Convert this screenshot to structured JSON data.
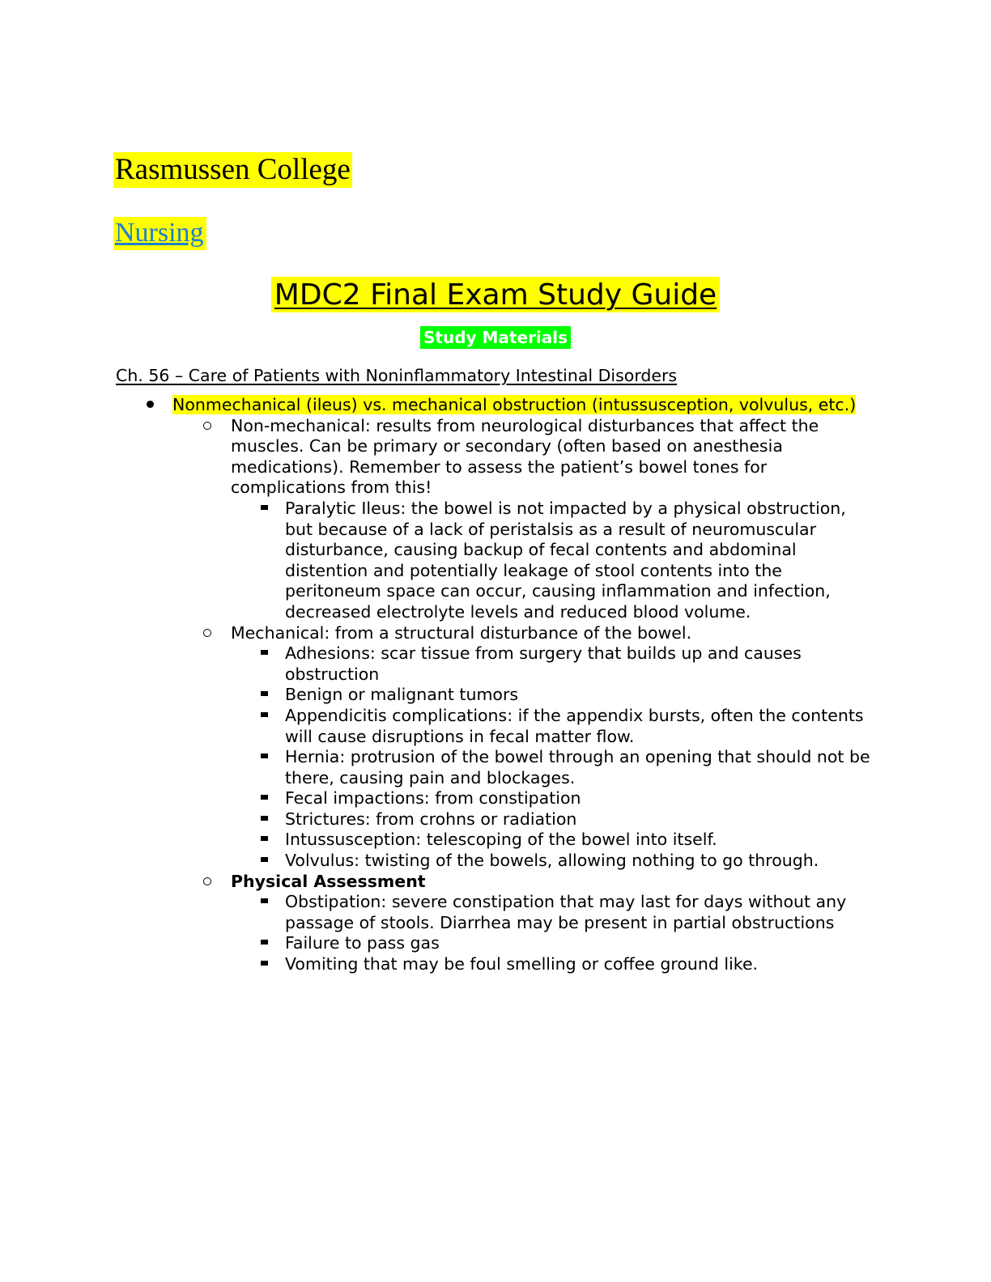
{
  "document": {
    "org_title": "Rasmussen College",
    "program_link": "Nursing",
    "doc_title": "MDC2 Final Exam Study Guide",
    "subtitle": "Study Materials",
    "chapter_heading": "Ch. 56 – Care of Patients with Noninflammatory Intestinal Disorders"
  },
  "colors": {
    "highlight_yellow": "#ffff00",
    "highlight_green": "#00ff00",
    "link_blue": "#1f7fd0",
    "text_black": "#000000",
    "subtitle_text_white": "#ffffff",
    "page_background": "#ffffff"
  },
  "outline": {
    "b1": "Nonmechanical (ileus) vs. mechanical obstruction (intussusception, volvulus, etc.)",
    "b2": "Non-mechanical: results from neurological disturbances that affect the muscles. Can be primary or secondary (often based on anesthesia medications). Remember to assess the patient’s bowel tones for complications from this!",
    "b3": "Paralytic Ileus: the bowel is not impacted by a physical obstruction, but because of a lack of peristalsis as a result of neuromuscular disturbance, causing backup of fecal contents and abdominal distention and potentially leakage of stool contents into the peritoneum space can occur, causing inflammation and infection, decreased electrolyte levels and reduced blood volume.",
    "b4": "Mechanical: from a structural disturbance of the bowel.",
    "b5": "Adhesions: scar tissue from surgery that builds up and causes obstruction",
    "b6": "Benign or malignant tumors",
    "b7": "Appendicitis complications: if the appendix bursts, often the contents will cause disruptions in fecal matter flow.",
    "b8": "Hernia: protrusion of the bowel through an opening that should not be there, causing pain and blockages.",
    "b9": "Fecal impactions: from constipation",
    "b10": "Strictures: from crohns or radiation",
    "b11": "Intussusception: telescoping of the bowel into itself.",
    "b12": "Volvulus: twisting of the bowels, allowing nothing to go through.",
    "b13": "Physical Assessment",
    "b14": "Obstipation: severe constipation that may last for days without any passage of stools. Diarrhea may be present in partial obstructions",
    "b15": "Failure to pass gas",
    "b16": "Vomiting that may be foul smelling or coffee ground like."
  }
}
